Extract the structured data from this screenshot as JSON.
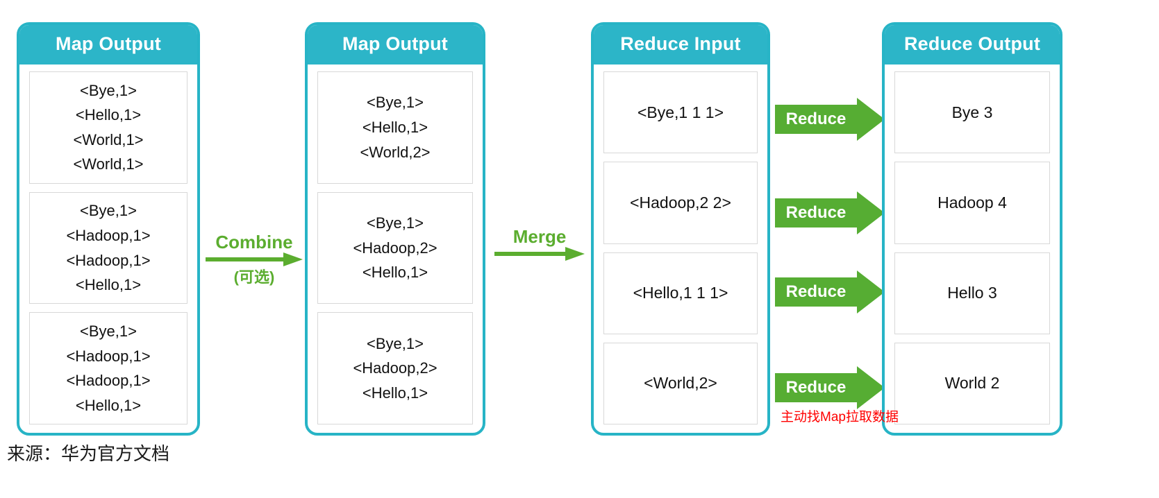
{
  "theme": {
    "panel_border": "#27b4c6",
    "panel_header_bg": "#2cb5c8",
    "panel_header_text": "#ffffff",
    "arrow_green": "#5bad2f",
    "block_arrow_green": "#56ad33",
    "annotation_red": "#ff0000",
    "cell_border": "#d8d8d8",
    "text": "#111111"
  },
  "panels": [
    {
      "id": "map-output-1",
      "title": "Map Output",
      "cells": [
        {
          "lines": [
            "<Bye,1>",
            "<Hello,1>",
            "<World,1>",
            "<World,1>"
          ]
        },
        {
          "lines": [
            "<Bye,1>",
            "<Hadoop,1>",
            "<Hadoop,1>",
            "<Hello,1>"
          ]
        },
        {
          "lines": [
            "<Bye,1>",
            "<Hadoop,1>",
            "<Hadoop,1>",
            "<Hello,1>"
          ]
        }
      ]
    },
    {
      "id": "map-output-2",
      "title": "Map Output",
      "cells": [
        {
          "lines": [
            "<Bye,1>",
            "<Hello,1>",
            "<World,2>"
          ]
        },
        {
          "lines": [
            "<Bye,1>",
            "<Hadoop,2>",
            "<Hello,1>"
          ]
        },
        {
          "lines": [
            "<Bye,1>",
            "<Hadoop,2>",
            "<Hello,1>"
          ]
        }
      ]
    },
    {
      "id": "reduce-input",
      "title": "Reduce Input",
      "cells": [
        {
          "lines": [
            "<Bye,1 1 1>"
          ]
        },
        {
          "lines": [
            "<Hadoop,2 2>"
          ]
        },
        {
          "lines": [
            "<Hello,1 1 1>"
          ]
        },
        {
          "lines": [
            "<World,2>"
          ]
        }
      ]
    },
    {
      "id": "reduce-output",
      "title": "Reduce Output",
      "cells": [
        {
          "lines": [
            "Bye 3"
          ]
        },
        {
          "lines": [
            "Hadoop 4"
          ]
        },
        {
          "lines": [
            "Hello 3"
          ]
        },
        {
          "lines": [
            "World 2"
          ]
        }
      ]
    }
  ],
  "arrows": {
    "combine": {
      "label": "Combine",
      "sublabel": "(可选)"
    },
    "merge": {
      "label": "Merge",
      "sublabel": ""
    },
    "reduce": [
      {
        "label": "Reduce"
      },
      {
        "label": "Reduce"
      },
      {
        "label": "Reduce"
      },
      {
        "label": "Reduce"
      }
    ]
  },
  "annotations": {
    "pull_data": "主动找Map拉取数据",
    "source": "来源：华为官方文档"
  }
}
